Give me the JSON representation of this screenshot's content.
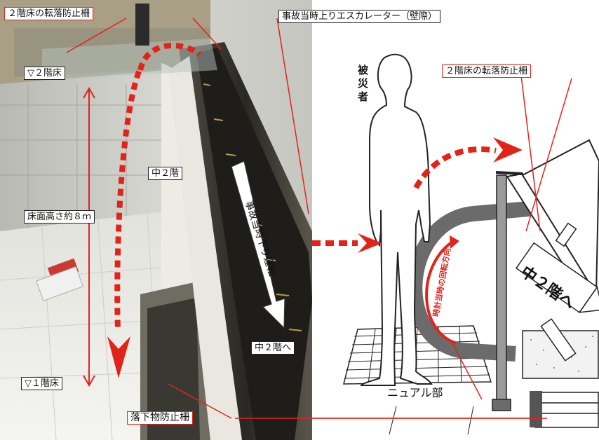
{
  "labels": {
    "guard_2f_left": "２階床の転落防止柵",
    "escalator_at_accident": "事故当時上りエスカレーター（壁際）",
    "floor_2f": "▽２階床",
    "mezzanine": "中２階",
    "floor_height": "床面高さ約８ｍ",
    "down_escalator": "事故当時下り運転",
    "floor_1f": "▽１階床",
    "to_mezzanine": "中２階へ",
    "falling_object_guard": "落下物防止柵",
    "victim": "被災者",
    "guard_2f_right": "２階床の転落防止柵",
    "rotation_direction": "時計当時の回転方向",
    "to_mezzanine_sign": "中２階へ",
    "newel_section": "ニュアル部"
  },
  "colors": {
    "accent": "#e2231a",
    "label_border": "#222222",
    "rail": "#6b6b6b"
  }
}
